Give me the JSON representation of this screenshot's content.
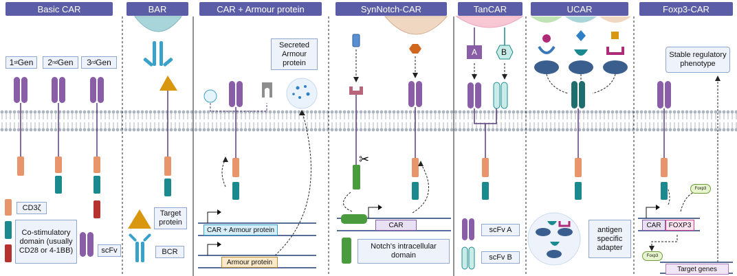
{
  "headers": [
    "Basic CAR",
    "BAR",
    "CAR + Armour protein",
    "SynNotch-CAR",
    "TanCAR",
    "UCAR",
    "Foxp3-CAR"
  ],
  "basic_car": {
    "gen1_sup": "st",
    "gen2_sup": "nd",
    "gen3_sup": "rd",
    "gen_word": "Gen",
    "legend_cd3z": "CD3ζ",
    "legend_costim": "Co-stimulatory domain (usually CD28 or 4-1BB)",
    "legend_scfv": "scFv"
  },
  "bar": {
    "target_protein": "Target protein",
    "bcr": "BCR"
  },
  "armour": {
    "secreted": "Secreted Armour protein",
    "gene1": "CAR + Armour protein",
    "gene2": "Armour protein"
  },
  "synnotch": {
    "gene": "CAR",
    "legend": "Notch's intracellular domain"
  },
  "tancar": {
    "antigen_a": "A",
    "antigen_b": "B",
    "scfv_a": "scFv A",
    "scfv_b": "scFv B"
  },
  "ucar": {
    "adapter": "antigen specific adapter"
  },
  "foxp3": {
    "phenotype": "Stable regulatory phenotype",
    "gene_car": "CAR",
    "gene_foxp3": "FOXP3",
    "bubble1": "Foxp3",
    "bubble2": "Foxp3",
    "target_genes": "Target genes"
  },
  "colors": {
    "header": "#5b5ea6",
    "scfv": "#8a5ea6",
    "cd3z": "#e8956b",
    "costim": "#1a8a8f",
    "co3": "#b5322e",
    "membrane": "#c7ccd3",
    "triangle": "#d9960f",
    "bcr": "#3aa1c9",
    "notch": "#4a9a3e",
    "dna": "#1f3b73",
    "ucar_dark": "#1f6e6e"
  }
}
